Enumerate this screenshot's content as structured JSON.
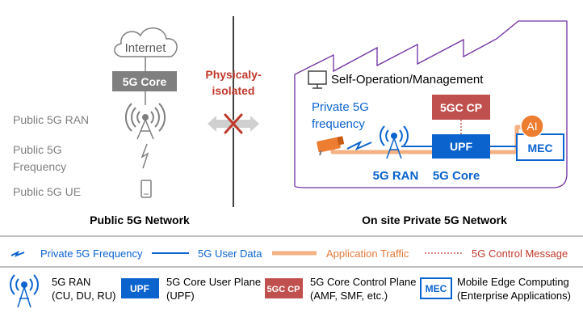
{
  "left": {
    "internet_label": "Internet",
    "core_label": "5G Core",
    "ran_label": "Public 5G RAN",
    "frequency_label_line1": "Public 5G",
    "frequency_label_line2": "Frequency",
    "ue_label": "Public 5G UE",
    "title": "Public 5G Network"
  },
  "isolation": {
    "line1": "Physicaly-",
    "line2": "isolated"
  },
  "right": {
    "management_label": "Self-Operation/Management",
    "frequency_line1": "Private 5G",
    "frequency_line2": "frequency",
    "cp_label": "5GC CP",
    "upf_label": "UPF",
    "ai_label": "AI",
    "mec_label": "MEC",
    "ran_label": "5G RAN",
    "core_label": "5G Core",
    "title": "On site Private 5G Network"
  },
  "legend_lines": {
    "private_freq": "Private 5G Frequency",
    "user_data": "5G User Data",
    "app_traffic": "Application Traffic",
    "control_msg": "5G Control Message"
  },
  "legend_blocks": {
    "ran_line1": "5G RAN",
    "ran_line2": "(CU, DU, RU)",
    "upf_box": "UPF",
    "upf_line1": "5G Core User Plane",
    "upf_line2": "(UPF)",
    "cp_box": "5GC CP",
    "cp_line1": "5G Core Control Plane",
    "cp_line2": "(AMF, SMF, etc.)",
    "mec_box": "MEC",
    "mec_line1": "Mobile Edge Computing",
    "mec_line2": "(Enterprise Applications)"
  },
  "colors": {
    "blue": "#0b63ce",
    "red": "#c0392b",
    "gray": "#7f7f7f",
    "dark_gray": "#595959",
    "purple": "#7030a0",
    "orange": "#f4b183",
    "ai_orange": "#ed7d31"
  }
}
